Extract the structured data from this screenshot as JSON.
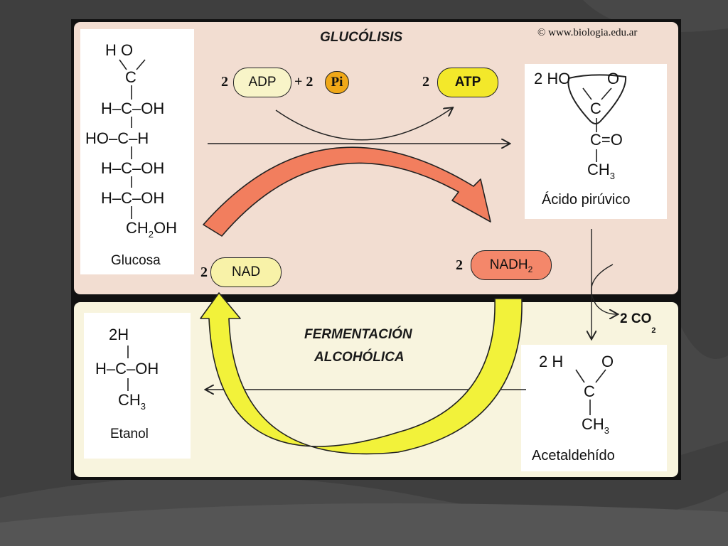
{
  "title_glycolysis": "GLUCÓLISIS",
  "title_fermentation_line1": "FERMENTACIÓN",
  "title_fermentation_line2": "ALCOHÓLICA",
  "copyright": "© www.biologia.edu.ar",
  "glucose": {
    "name": "Glucosa",
    "lines": [
      "H O",
      "C",
      "H–C–OH",
      "HO–C–H",
      "H–C–OH",
      "H–C–OH",
      "CH",
      "2",
      "OH"
    ]
  },
  "pyruvic": {
    "name": "Ácido pirúvico",
    "prefix": "2 HO",
    "o_top": "O",
    "c1": "C",
    "c2": "C=O",
    "ch": "CH",
    "sub3": "3"
  },
  "acetaldehyde": {
    "name": "Acetaldehído",
    "prefix": "2 H",
    "o_top": "O",
    "c": "C",
    "ch": "CH",
    "sub3": "3"
  },
  "ethanol": {
    "name": "Etanol",
    "top": "2H",
    "middle": "H–C–OH",
    "ch": "CH",
    "sub3": "3"
  },
  "reaction": {
    "coef_adp": "2",
    "adp": "ADP",
    "plus": "+ 2",
    "pi": "Pi",
    "coef_atp": "2",
    "atp": "ATP",
    "coef_nad": "2",
    "nad": "NAD",
    "coef_nadh": "2",
    "nadh": "NADH",
    "nadh_sub": "2",
    "co2": "2 CO",
    "co2_sub": "2"
  },
  "colors": {
    "top_panel": "#f2ddd1",
    "bottom_panel": "#f8f4de",
    "yellow_arrow": "#f2f23a",
    "salmon_arrow": "#f27e5e",
    "atp_fill": "#f3e82a",
    "pi_fill": "#f0a818",
    "adp_fill": "#f8f4c8",
    "nad_fill": "#f8f2a8",
    "nadh_fill": "#f4876a"
  }
}
